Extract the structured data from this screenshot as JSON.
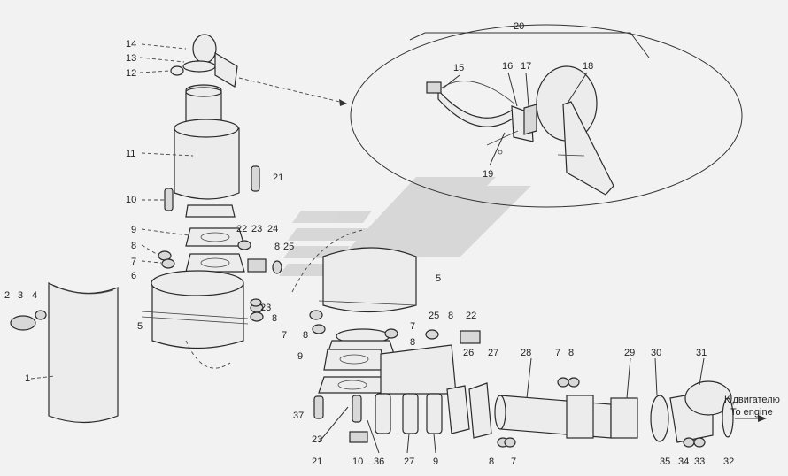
{
  "labels": {
    "l1": "1",
    "l2": "2",
    "l3": "3",
    "l4": "4",
    "l5a": "5",
    "l5b": "5",
    "l6": "6",
    "l7a": "7",
    "l7b": "7",
    "l7c": "7",
    "l7d": "7",
    "l7e": "7",
    "l8a": "8",
    "l8b": "8",
    "l8c": "8",
    "l8d": "8",
    "l8e": "8",
    "l8f": "8",
    "l8g": "8",
    "l8h": "8",
    "l9a": "9",
    "l9b": "9",
    "l9c": "9",
    "l10a": "10",
    "l10b": "10",
    "l11": "11",
    "l12": "12",
    "l13": "13",
    "l14": "14",
    "l15": "15",
    "l16": "16",
    "l17": "17",
    "l18": "18",
    "l19": "19",
    "l20": "20",
    "l21a": "21",
    "l21b": "21",
    "l22a": "22",
    "l22b": "22",
    "l23a": "23",
    "l23b": "23",
    "l23c": "23",
    "l24": "24",
    "l25a": "25",
    "l25b": "25",
    "l26": "26",
    "l27a": "27",
    "l27b": "27",
    "l28": "28",
    "l29": "29",
    "l30": "30",
    "l31": "31",
    "l32": "32",
    "l33": "33",
    "l34": "34",
    "l35": "35",
    "l36": "36",
    "l37": "37"
  },
  "engine_label_ru": "К двигателю",
  "engine_label_en": "To engine",
  "colors": {
    "ink": "#2a2a2a",
    "background": "#f2f2f2",
    "watermark": "#c9c9c9"
  },
  "watermark_icon": "logo-watermark"
}
